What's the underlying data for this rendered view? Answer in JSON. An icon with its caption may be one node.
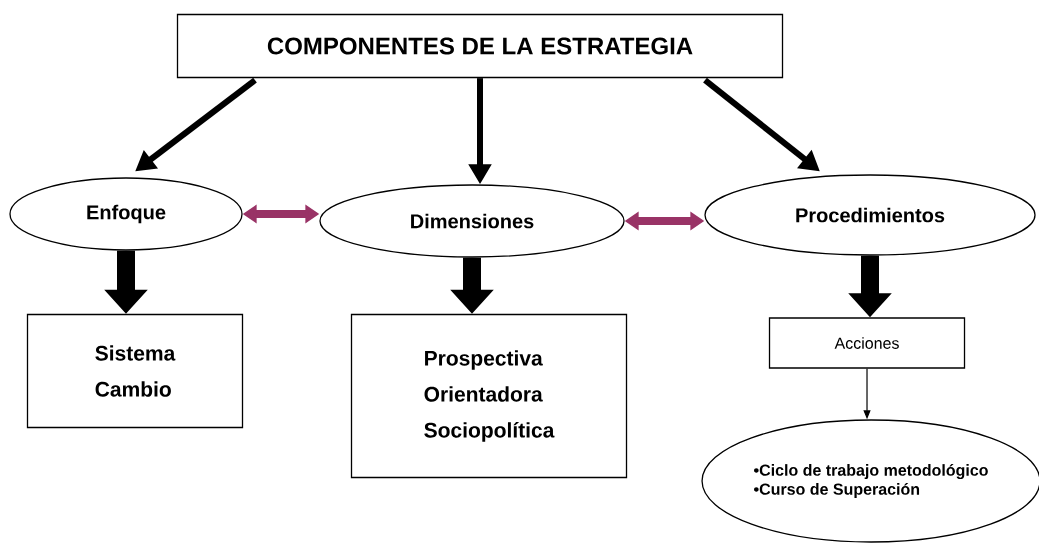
{
  "diagram": {
    "nodes": [
      {
        "text": [
          "COMPONENTES DE LA ESTRATEGIA"
        ]
      },
      {
        "text": [
          "Enfoque"
        ]
      },
      {
        "text": [
          "Dimensiones"
        ]
      },
      {
        "text": [
          "Procedimientos"
        ]
      },
      {
        "text": [
          "Sistema",
          "Cambio"
        ]
      },
      {
        "text": [
          "Prospectiva",
          "Orientadora",
          "Sociopolítica"
        ]
      },
      {
        "text": [
          "Acciones"
        ]
      },
      {
        "text": [
          "•Ciclo de trabajo metodológico",
          "•Curso de Superación"
        ]
      }
    ],
    "edges": [
      {
        "from": 0,
        "to": 1,
        "arrow": "to"
      },
      {
        "from": 0,
        "to": 2,
        "arrow": "to"
      },
      {
        "from": 0,
        "to": 3,
        "arrow": "to"
      },
      {
        "from": 1,
        "to": 2,
        "arrow": "both",
        "color": "#993366"
      },
      {
        "from": 2,
        "to": 3,
        "arrow": "both",
        "color": "#993366"
      },
      {
        "from": 1,
        "to": 4,
        "arrow": "to",
        "style": "thick"
      },
      {
        "from": 2,
        "to": 5,
        "arrow": "to",
        "style": "thick"
      },
      {
        "from": 3,
        "to": 6,
        "arrow": "to",
        "style": "thick"
      },
      {
        "from": 6,
        "to": 7,
        "arrow": "to"
      }
    ]
  }
}
